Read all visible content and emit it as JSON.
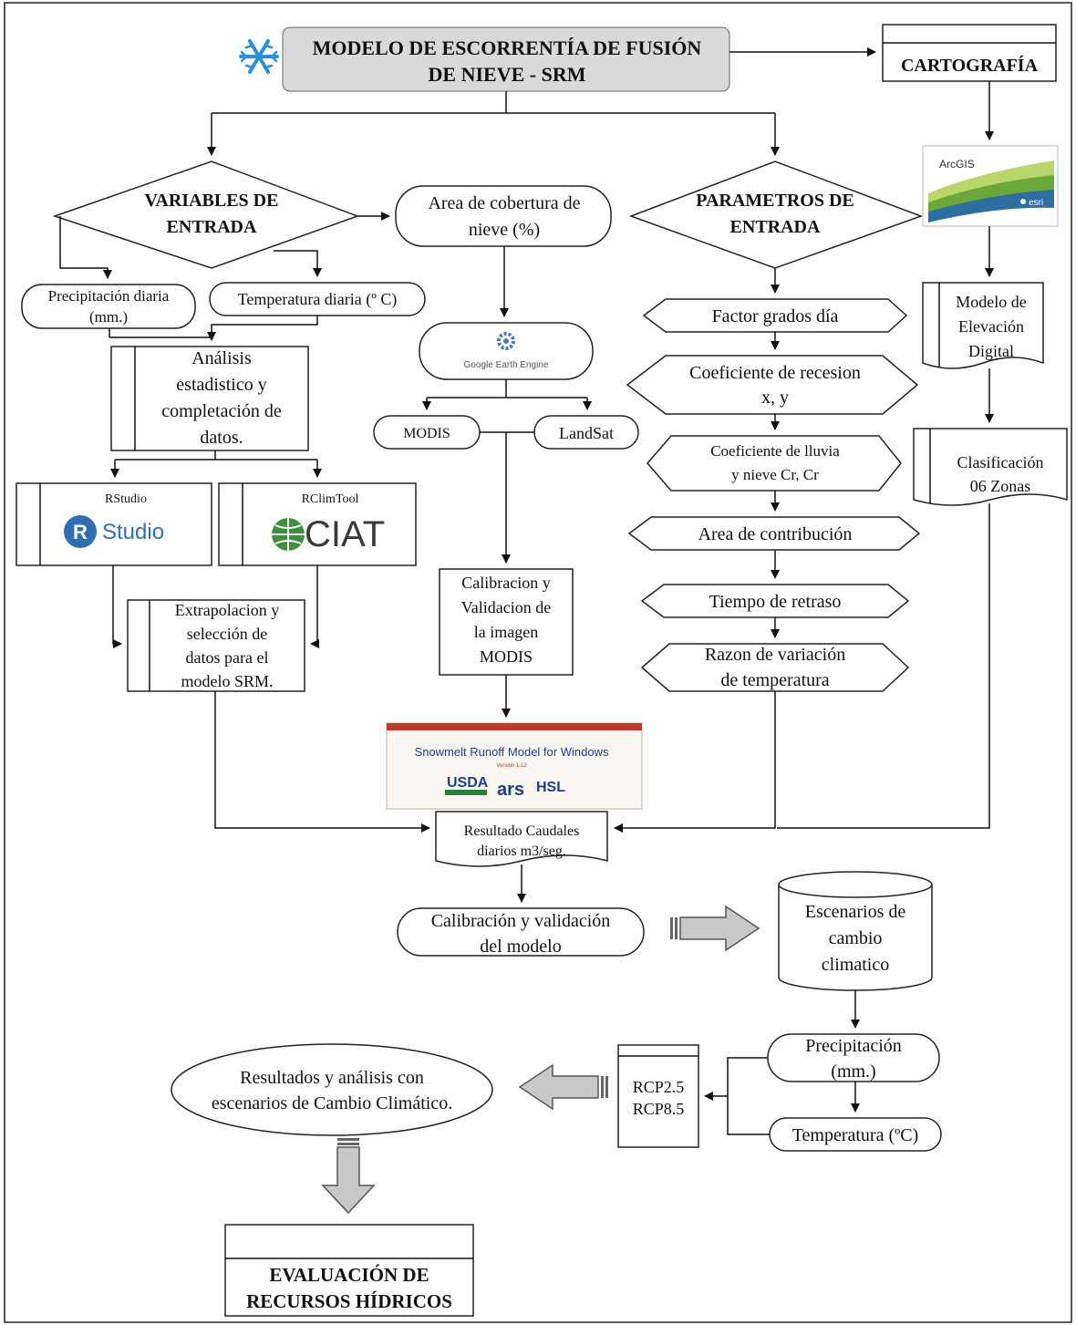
{
  "title": {
    "line1": "MODELO DE ESCORRENTÍA DE FUSIÓN",
    "line2": "DE NIEVE - SRM",
    "icon": "snowflake-icon"
  },
  "cartografia": "CARTOGRAFÍA",
  "arcgis": {
    "brand": "ArcGIS",
    "vendor": "esri"
  },
  "dem": {
    "line1": "Modelo de",
    "line2": "Elevación",
    "line3": "Digital"
  },
  "clasificacion": {
    "line1": "Clasificación",
    "line2": "06 Zonas"
  },
  "variables": {
    "line1": "VARIABLES DE",
    "line2": "ENTRADA"
  },
  "area_cobertura": {
    "line1": "Area de cobertura de",
    "line2": "nieve (%)"
  },
  "parametros": {
    "line1": "PARAMETROS DE",
    "line2": "ENTRADA"
  },
  "precip_diaria": {
    "line1": "Precipitación diaria",
    "line2": "(mm.)"
  },
  "temp_diaria": "Temperatura diaria (º C)",
  "analisis": {
    "line1": "Análisis",
    "line2": "estadistico y",
    "line3": "completación de",
    "line4": "datos."
  },
  "rstudio": {
    "label": "RStudio",
    "logo_r": "R",
    "logo_text": "Studio"
  },
  "rclimtool": {
    "label": "RClimTool",
    "logo_text": "CIAT"
  },
  "extrapolacion": {
    "line1": "Extrapolacion y",
    "line2": "selección de",
    "line3": "datos para el",
    "line4": "modelo SRM."
  },
  "gee": "Google Earth Engine",
  "modis": "MODIS",
  "landsat": "LandSat",
  "calibracion_imagen": {
    "line1": "Calibracion y",
    "line2": "Validacion de",
    "line3": "la imagen",
    "line4": "MODIS"
  },
  "srm_window": {
    "title": "Snowmelt Runoff Model for Windows",
    "version": "Version 1.12",
    "logo1": "USDA",
    "logo2": "ars",
    "logo3": "HSL"
  },
  "params": [
    {
      "line1": "Factor grados día",
      "line2": ""
    },
    {
      "line1": "Coeficiente de recesion",
      "line2": "x, y"
    },
    {
      "line1": "Coeficiente de lluvia",
      "line2": "y nieve Cr, Cr"
    },
    {
      "line1": "Area de contribución",
      "line2": ""
    },
    {
      "line1": "Tiempo de retraso",
      "line2": ""
    },
    {
      "line1": "Razon de variación",
      "line2": "de temperatura"
    }
  ],
  "resultado": {
    "line1": "Resultado Caudales",
    "line2": "diarios m3/seg."
  },
  "calibracion_modelo": {
    "line1": "Calibración y validación",
    "line2": "del modelo"
  },
  "escenarios": {
    "line1": "Escenarios de",
    "line2": "cambio",
    "line3": "climatico"
  },
  "precipitacion": {
    "line1": "Precipitación",
    "line2": "(mm.)"
  },
  "temperatura": "Temperatura (ºC)",
  "rcp": {
    "line1": "RCP2.5",
    "line2": "RCP8.5"
  },
  "resultados_analisis": {
    "line1": "Resultados y análisis con",
    "line2": "escenarios de Cambio Climático."
  },
  "evaluacion": {
    "line1": "EVALUACIÓN DE",
    "line2": "RECURSOS HÍDRICOS"
  },
  "colors": {
    "title_bg": "#d9d9d9",
    "arrow_fill": "#c8c8c8",
    "usda_green": "#2e7d32",
    "ciat_green": "#3f8f3f",
    "rstudio_blue": "#2f6fb1",
    "esri_green": "#79b94d"
  }
}
